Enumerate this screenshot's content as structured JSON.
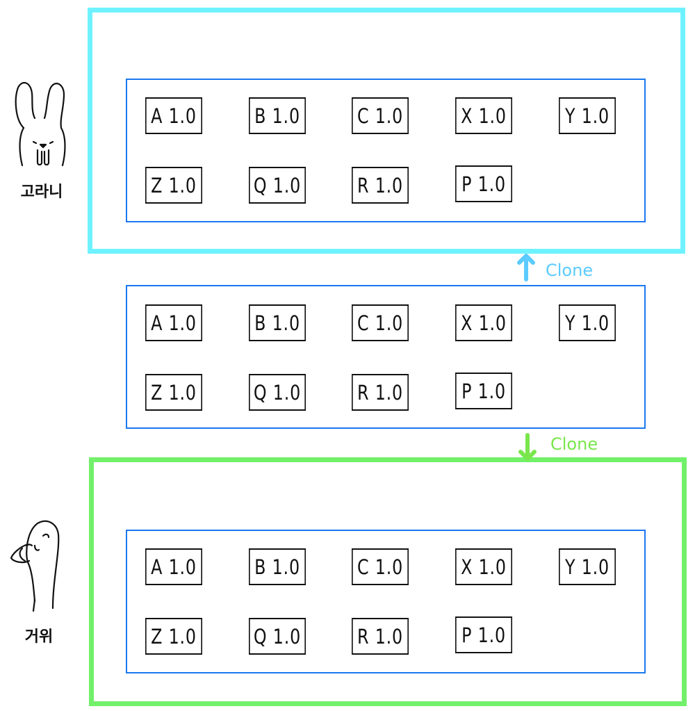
{
  "cards": [
    "A 1.0",
    "B 1.0",
    "C 1.0",
    "X 1.0",
    "Υ 1.0",
    "Z 1.0",
    "Q 1.0",
    "R 1.0",
    "P 1.0"
  ],
  "characters": {
    "top": {
      "label": "고라니",
      "icon": "rabbit-doodle-icon"
    },
    "bottom": {
      "label": "거위",
      "icon": "goose-doodle-icon"
    }
  },
  "clone_up": {
    "label": "Clone",
    "color": "#5ccbff"
  },
  "clone_down": {
    "label": "Clone",
    "color": "#79e64c"
  },
  "colors": {
    "top_frame": "#6ff2ff",
    "bottom_frame": "#72f06a",
    "panel": "#1a78f0"
  }
}
